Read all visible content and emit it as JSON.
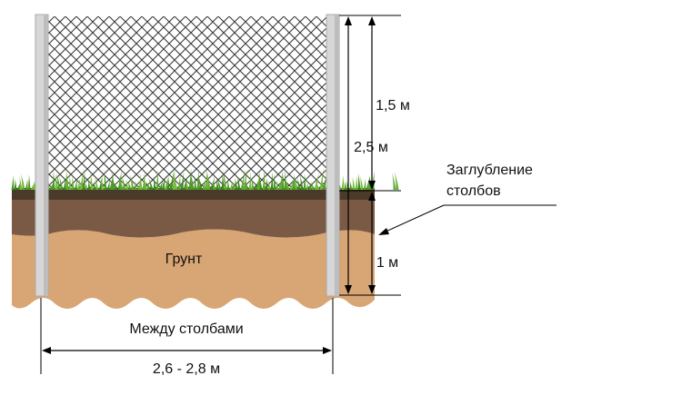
{
  "labels": {
    "height_top": "1,5 м",
    "height_total": "2,5 м",
    "depth": "1 м",
    "post_depth_line1": "Заглубление",
    "post_depth_line2": "столбов",
    "ground": "Грунт",
    "spacing_line1": "Между столбами",
    "spacing_line2": "2,6 - 2,8 м"
  },
  "colors": {
    "sand": "#d8a574",
    "dark_soil": "#7a5a44",
    "topsoil": "#4a3a2a",
    "grass": "#5aa02c",
    "post": "#d7d7d7",
    "mesh": "#3a3a3a",
    "line": "#000000"
  }
}
